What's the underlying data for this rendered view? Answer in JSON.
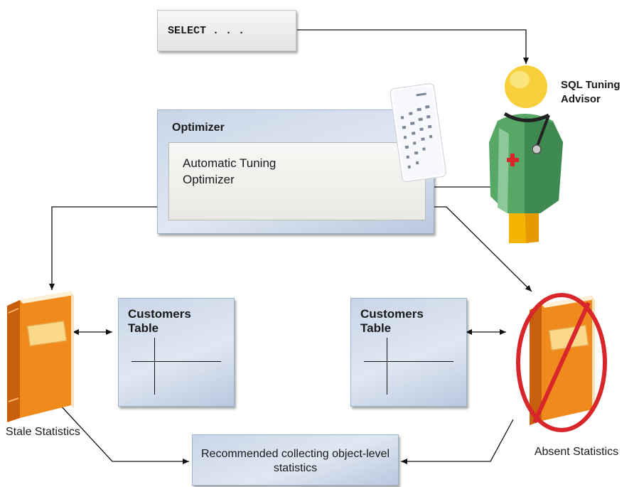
{
  "query": {
    "text": "SELECT . . ."
  },
  "advisor": {
    "label": "SQL Tuning Advisor"
  },
  "optimizer": {
    "title": "Optimizer",
    "inner_text": "Automatic Tuning Optimizer"
  },
  "tables": [
    {
      "title": "Customers Table"
    },
    {
      "title": "Customers Table"
    }
  ],
  "stale": {
    "label": "Stale Statistics"
  },
  "absent": {
    "label": "Absent Statistics"
  },
  "recommendation": {
    "text": "Recommended collecting object-level statistics"
  },
  "colors": {
    "box_blue": "#c9d6e8",
    "book_orange": "#f08a1c",
    "forbidden_red": "#d8262a",
    "advisor_yellow": "#f2c72e",
    "advisor_green": "#4f9a5e"
  }
}
